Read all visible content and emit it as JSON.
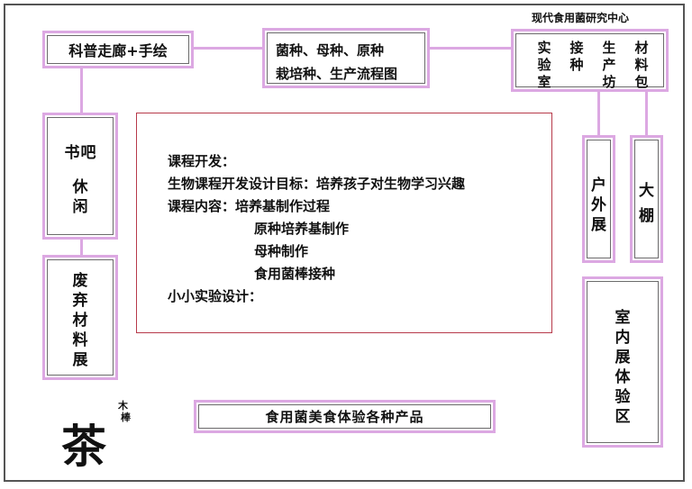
{
  "header": {
    "title": "现代食用菌研究中心"
  },
  "boxes": {
    "science_corridor": "科普走廊+手绘",
    "process_line1": "菌种、母种、原种",
    "process_line2": "栽培种、生产流程图",
    "lab_grid": [
      [
        "实",
        "接",
        "生",
        "材"
      ],
      [
        "验",
        "种",
        "产",
        "料"
      ],
      [
        "室",
        "",
        "坊",
        "包"
      ]
    ],
    "book_bar": [
      "书",
      "吧"
    ],
    "leisure": [
      "休",
      "闲"
    ],
    "waste_material": [
      "废",
      "弃",
      "材",
      "料",
      "展"
    ],
    "outdoor": [
      "户",
      "外",
      "展"
    ],
    "greenhouse": [
      "大",
      "棚"
    ],
    "indoor": [
      "室",
      "内",
      "展",
      "体",
      "验",
      "区"
    ],
    "food_products": "食用菌美食体验各种产品"
  },
  "course": {
    "heading": "课程开发：",
    "goal": "生物课程开发设计目标：培养孩子对生物学习兴趣",
    "content_label": "课程内容：培养基制作过程",
    "items": [
      "原种培养基制作",
      "母种制作",
      "食用菌棒接种"
    ],
    "experiment": "小小实验设计："
  },
  "decor": {
    "tea": "茶",
    "mu": "木",
    "bang": "棒"
  },
  "colors": {
    "box_border": "#dca8e2",
    "center_border": "#b73a4a"
  }
}
